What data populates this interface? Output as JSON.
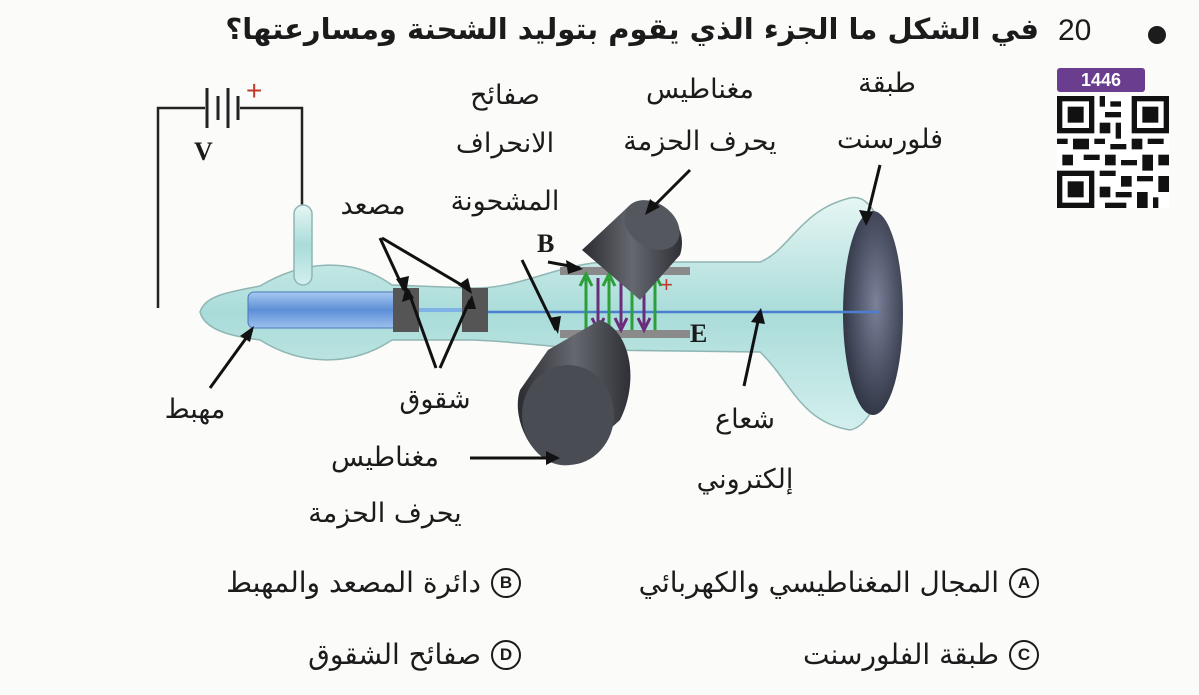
{
  "question": {
    "number": "20",
    "text": "في الشكل ما الجزء الذي يقوم بتوليد الشحنة ومسارعتها؟",
    "code_badge": "1446"
  },
  "diagram": {
    "labels": {
      "fluorescent_layer_l1": "طبقة",
      "fluorescent_layer_l2": "فلورسنت",
      "magnets_top_l1": "مغناطيس",
      "magnets_top_l2": "يحرف الحزمة",
      "plates_l1": "صفائح",
      "plates_l2": "الانحراف",
      "plates_l3": "المشحونة",
      "anode": "مصعد",
      "cathode": "مهبط",
      "slits": "شقوق",
      "magnets_bottom_l1": "مغناطيس",
      "magnets_bottom_l2": "يحرف الحزمة",
      "beam_l1": "شعاع",
      "beam_l2": "إلكتروني",
      "letter_v": "V",
      "letter_b": "B",
      "letter_e": "E",
      "plus_sign": "+"
    },
    "colors": {
      "tube_glass": "#bfe6e4",
      "cathode_rod": "#7aa7e0",
      "magnet": "#3c3d44",
      "battery_plus": "#c0392b",
      "field_green": "#2e9e3a",
      "field_purple": "#6b2d7a"
    }
  },
  "options": [
    {
      "letter": "A",
      "text": "المجال المغناطيسي والكهربائي"
    },
    {
      "letter": "B",
      "text": "دائرة المصعد والمهبط"
    },
    {
      "letter": "C",
      "text": "طبقة الفلورسنت"
    },
    {
      "letter": "D",
      "text": "صفائح الشقوق"
    }
  ]
}
